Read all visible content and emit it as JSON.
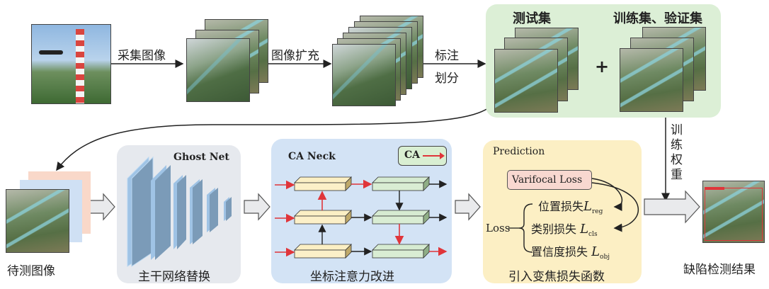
{
  "top_flow": {
    "step1_label": "采集图像",
    "step2_label": "图像扩充",
    "step3_label_line1": "标注",
    "step3_label_line2": "划分"
  },
  "dataset_panel": {
    "test_set_label": "测试集",
    "plus_sign": "+",
    "train_val_label": "训练集、验证集",
    "color": "#dcefd6"
  },
  "training_weights": {
    "chars": [
      "训",
      "练",
      "权",
      "重"
    ]
  },
  "input": {
    "label": "待测图像"
  },
  "backbone": {
    "title": "Ghost Net",
    "caption": "主干网络替换",
    "color": "#e6e9ee"
  },
  "neck": {
    "title": "CA Neck",
    "legend_label": "CA",
    "caption": "坐标注意力改进",
    "color": "#d3e3f5",
    "ca_arrow_color": "#e0353a"
  },
  "prediction": {
    "title": "Prediction",
    "varifocal_label": "Varifocal Loss",
    "loss_label": "Loss",
    "loss_items": [
      {
        "text": "位置损失",
        "symbol": "L",
        "sub": "reg"
      },
      {
        "text": "类别损失 ",
        "symbol": "L",
        "sub": "cls"
      },
      {
        "text": "置信度损失 ",
        "symbol": "L",
        "sub": "obj"
      }
    ],
    "caption": "引入变焦损失函数",
    "color": "#fcefc4"
  },
  "output": {
    "label": "缺陷检测结果"
  }
}
